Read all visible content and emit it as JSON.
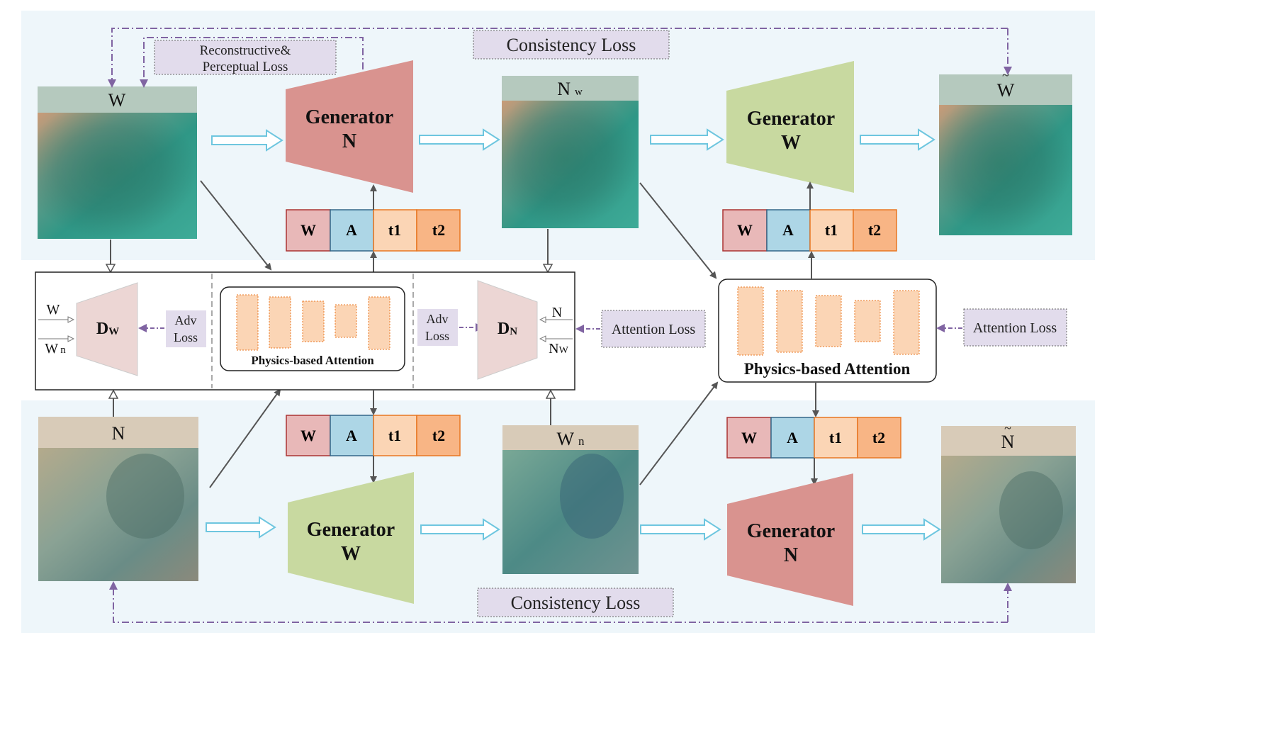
{
  "losses": {
    "reconstructive_line1": "Reconstructive&",
    "reconstructive_line2": "Perceptual Loss",
    "consistency_top": "Consistency Loss",
    "consistency_bottom": "Consistency Loss",
    "attention_left": "Attention Loss",
    "attention_right": "Attention Loss",
    "adv_w_line1": "Adv",
    "adv_w_line2": "Loss",
    "adv_n_line1": "Adv",
    "adv_n_line2": "Loss"
  },
  "images": {
    "top_input": {
      "label": "W"
    },
    "top_middle": {
      "label": "N",
      "sub": "w"
    },
    "top_output": {
      "label": "W"
    },
    "bottom_input": {
      "label": "N"
    },
    "bottom_middle": {
      "label": "W",
      "sub": "n"
    },
    "bottom_output": {
      "label": "N"
    }
  },
  "generators": {
    "top_left": {
      "line1": "Generator",
      "line2": "N"
    },
    "top_right": {
      "line1": "Generator",
      "line2": "W"
    },
    "bottom_left": {
      "line1": "Generator",
      "line2": "W"
    },
    "bottom_right": {
      "line1": "Generator",
      "line2": "N"
    }
  },
  "params": [
    "W",
    "A",
    "t1",
    "t2"
  ],
  "attention_label": "Physics-based Attention",
  "discriminators": {
    "dw": {
      "main": "D",
      "sub": "W",
      "in1": "W",
      "in2": "W",
      "in2_sub": "n"
    },
    "dn": {
      "main": "D",
      "sub": "N",
      "in1": "N",
      "in2": "N",
      "in2_sub": "W"
    }
  },
  "colors": {
    "bg_panel": "#eef6fa",
    "gen_n": "#d9938f",
    "gen_w": "#c8d9a0",
    "param_w": "#e8b8b8",
    "param_a": "#add6e6",
    "param_t1": "#fbd5b5",
    "param_t2": "#f8b585",
    "loss_box": "#e2dcec",
    "dashed_arrow": "#8064a2",
    "hollow_arrow": "#6ec6df",
    "disc_fill": "#ecd6d4",
    "attn_bar": "#fbd5b5"
  }
}
